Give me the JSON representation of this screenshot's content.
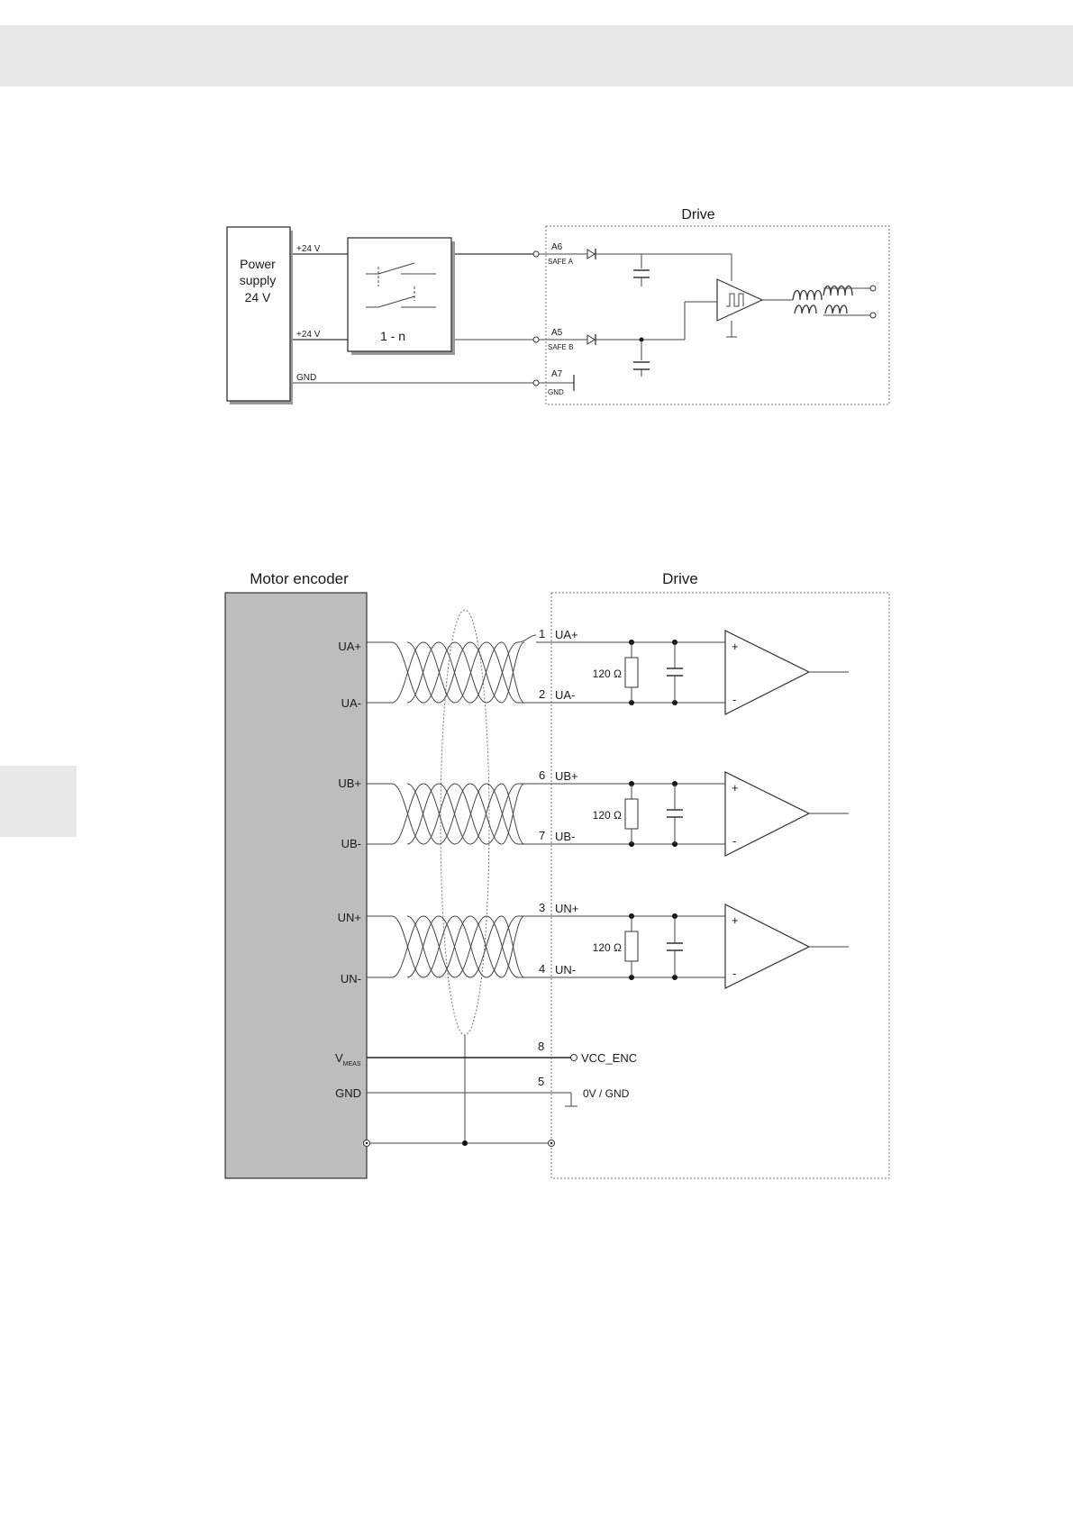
{
  "diagram1": {
    "drive_label": "Drive",
    "power_supply": [
      "Power",
      "supply",
      "24 V"
    ],
    "relay_label": "1 - n",
    "wire_24v_a": "+24 V",
    "wire_24v_b": "+24 V",
    "wire_gnd": "GND",
    "pin_a6": "A6",
    "pin_a6_sub": "SAFE A",
    "pin_a5": "A5",
    "pin_a5_sub": "SAFE B",
    "pin_a7": "A7",
    "pin_a7_sub": "GND"
  },
  "diagram2": {
    "encoder_label": "Motor encoder",
    "drive_label": "Drive",
    "channels": [
      {
        "pos": "UA+",
        "neg": "UA-",
        "pin_pos": "1",
        "pin_neg": "2",
        "resistor": "120 Ω"
      },
      {
        "pos": "UB+",
        "neg": "UB-",
        "pin_pos": "6",
        "pin_neg": "7",
        "resistor": "120 Ω"
      },
      {
        "pos": "UN+",
        "neg": "UN-",
        "pin_pos": "3",
        "pin_neg": "4",
        "resistor": "120 Ω"
      }
    ],
    "plus_sign": "+",
    "minus_sign": "-",
    "vmeas_main": "V",
    "vmeas_sub": "MEAS",
    "gnd_label": "GND",
    "pin_8": "8",
    "pin_5": "5",
    "vcc_enc": "VCC_ENC",
    "ov_gnd": "0V / GND"
  }
}
